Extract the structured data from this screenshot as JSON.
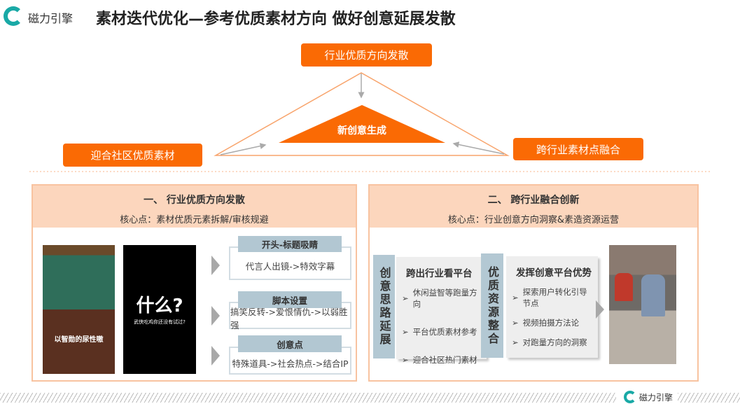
{
  "header": {
    "brand": "磁力引擎",
    "title": "素材迭代优化—参考优质素材方向 做好创意延展发散"
  },
  "diagram": {
    "top": "行业优质方向发散",
    "center": "新创意生成",
    "left": "迎合社区优质素材",
    "right": "跨行业素材点融合",
    "colors": {
      "accent": "#fa6a04",
      "outline": "#f8a46c",
      "arrow": "#aaaaaa"
    }
  },
  "left_panel": {
    "title": "一、 行业优质方向发散",
    "subtitle": "核心点：素材优质元素拆解/审核规避",
    "image2": {
      "big": "什么?",
      "small": "武侠吃鸡你还没有试过?"
    },
    "image1": {
      "caption": "以智勋的尿性嗷"
    },
    "items": [
      {
        "tab": "开头-标题吸睛",
        "text": "代言人出镜->特效字幕"
      },
      {
        "tab": "脚本设置",
        "text": "搞笑反转->爱恨情仇->以弱胜强"
      },
      {
        "tab": "创意点",
        "text": "特殊道具->社会热点->结合IP"
      }
    ]
  },
  "right_panel": {
    "title": "二、 跨行业融合创新",
    "subtitle": "核心点：行业创意方向洞察&素造资源运营",
    "band1": "创意思路延展",
    "band2": "优质资源整合",
    "block1": {
      "heading": "跨出行业看平台",
      "items": [
        "休闲益智等跑量方向",
        "平台优质素材参考",
        "迎合社区热门素材"
      ]
    },
    "block2": {
      "heading": "发挥创意平台优势",
      "items": [
        "探索用户转化引导节点",
        "视频拍摄方法论",
        "对跑量方向的洞察"
      ]
    }
  },
  "footer": {
    "brand": "磁力引擎"
  }
}
